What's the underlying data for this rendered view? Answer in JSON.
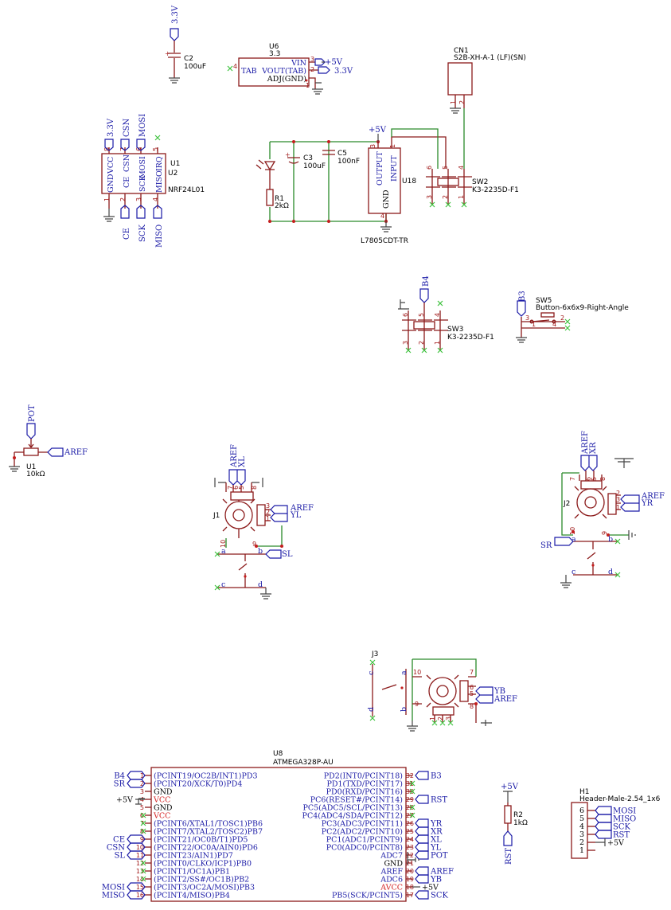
{
  "components": {
    "c2": {
      "ref": "C2",
      "value": "100uF",
      "net": "3.3V"
    },
    "u6": {
      "ref": "U6",
      "value": "3.3",
      "pins": [
        "TAB",
        "VIN",
        "VOUT(TAB)",
        "ADJ(GND)"
      ],
      "nums": [
        "4",
        "3",
        "2",
        "1"
      ],
      "nets": [
        "+5V",
        "3.3V"
      ]
    },
    "cn1": {
      "ref": "CN1",
      "value": "S2B-XH-A-1 (LF)(SN)",
      "nums": [
        "1",
        "2"
      ]
    },
    "u1_nrf": {
      "ref": "U1",
      "ref2": "U2",
      "value": "NRF24L01",
      "top_pins": [
        "VCC",
        "CSN",
        "MOSI",
        "IRQ"
      ],
      "top_nums": [
        "8",
        "7",
        "6",
        "5"
      ],
      "bottom_pins": [
        "GND",
        "CE",
        "SCK",
        "MISO"
      ],
      "bottom_nums": [
        "1",
        "2",
        "3",
        "4"
      ],
      "top_nets": [
        "3.3V",
        "CSN",
        "MOSI"
      ],
      "bottom_nets": [
        "CE",
        "SCK",
        "MISO"
      ]
    },
    "reg": {
      "ref": "U18",
      "value": "L7805CDT-TR",
      "pins": [
        "OUTPUT",
        "INPUT",
        "GND"
      ],
      "nums": [
        "3",
        "1",
        "4"
      ],
      "net": "+5V"
    },
    "c3": {
      "ref": "C3",
      "value": "100uF"
    },
    "c5": {
      "ref": "C5",
      "value": "100nF"
    },
    "r1": {
      "ref": "R1",
      "value": "2kΩ"
    },
    "sw2": {
      "ref": "SW2",
      "value": "K3-2235D-F1",
      "top_nums": [
        "6",
        "5",
        "4"
      ],
      "bottom_nums": [
        "3",
        "2",
        "1"
      ]
    },
    "sw3": {
      "ref": "SW3",
      "value": "K3-2235D-F1",
      "top_nums": [
        "6",
        "5",
        "4"
      ],
      "bottom_nums": [
        "3",
        "2",
        "1"
      ],
      "net": "B4"
    },
    "sw5": {
      "ref": "SW5",
      "value": "Button-6x6x9-Right-Angle",
      "nums": [
        "3",
        "1",
        "4",
        "2"
      ],
      "net": "B3"
    },
    "pot": {
      "ref": "U1",
      "value": "10kΩ",
      "nets": [
        "POT",
        "AREF"
      ]
    },
    "j1": {
      "ref": "J1",
      "top_nets": [
        "AREF",
        "XL"
      ],
      "top_nums": [
        "7",
        "6",
        "5",
        "8"
      ],
      "side_nums": [
        "3",
        "2",
        "1"
      ],
      "side_nets": [
        "AREF",
        "YL"
      ],
      "bottom_nums": [
        "10",
        "9"
      ],
      "switch_pins": [
        "a",
        "b",
        "c",
        "d"
      ],
      "sw_net": "SL"
    },
    "j2": {
      "ref": "J2",
      "top_nets": [
        "AREF",
        "XR"
      ],
      "top_nums": [
        "7",
        "6",
        "5",
        "8"
      ],
      "side_nums": [
        "2",
        "3",
        "1"
      ],
      "side_nets": [
        "AREF",
        "YR"
      ],
      "bottom_nums": [
        "10",
        "9"
      ],
      "switch_pins": [
        "a",
        "b",
        "c",
        "d"
      ],
      "sw_net": "SR"
    },
    "j3": {
      "ref": "J3",
      "side_nums": [
        "7",
        "6",
        "5",
        "8"
      ],
      "side_nets": [
        "YB",
        "AREF"
      ],
      "left_nums": [
        "10",
        "9"
      ],
      "bottom_nums": [
        "1",
        "2",
        "3"
      ],
      "switch_pins": [
        "c",
        "a",
        "d",
        "b"
      ]
    },
    "u8": {
      "ref": "U8",
      "value": "ATMEGA328P-AU",
      "left_pins": [
        {
          "n": "1",
          "name": "(PCINT19/OC2B/INT1)PD3",
          "net": "B4",
          "style": "pin"
        },
        {
          "n": "2",
          "name": "(PCINT20/XCK/T0)PD4",
          "net": "SR",
          "style": "pin"
        },
        {
          "n": "3",
          "name": "GND",
          "net": "",
          "style": "pinb"
        },
        {
          "n": "4",
          "name": "VCC",
          "net": "+5V",
          "style": "pinr"
        },
        {
          "n": "5",
          "name": "GND",
          "net": "",
          "style": "pinb"
        },
        {
          "n": "6",
          "name": "VCC",
          "net": "",
          "style": "pinr"
        },
        {
          "n": "7",
          "name": "(PCINT6/XTAL1/TOSC1)PB6",
          "net": "",
          "style": "pin"
        },
        {
          "n": "8",
          "name": "(PCINT7/XTAL2/TOSC2)PB7",
          "net": "",
          "style": "pin"
        },
        {
          "n": "9",
          "name": "(PCINT21/OC0B/T1)PD5",
          "net": "CE",
          "style": "pin"
        },
        {
          "n": "10",
          "name": "(PCINT22/OC0A/AIN0)PD6",
          "net": "CSN",
          "style": "pin"
        },
        {
          "n": "11",
          "name": "(PCINT23/AIN1)PD7",
          "net": "SL",
          "style": "pin"
        },
        {
          "n": "12",
          "name": "(PCINT0/CLKO/ICP1)PB0",
          "net": "",
          "style": "pin"
        },
        {
          "n": "13",
          "name": "(PCINT1/OC1A)PB1",
          "net": "",
          "style": "pin"
        },
        {
          "n": "14",
          "name": "(PCINT2/SS#/OC1B)PB2",
          "net": "",
          "style": "pin"
        },
        {
          "n": "15",
          "name": "(PCINT3/OC2A/MOSI)PB3",
          "net": "MOSI",
          "style": "pin"
        },
        {
          "n": "16",
          "name": "(PCINT4/MISO)PB4",
          "net": "MISO",
          "style": "pin"
        }
      ],
      "right_pins": [
        {
          "n": "32",
          "name": "PD2(INT0/PCINT18)",
          "net": "B3",
          "style": "pin"
        },
        {
          "n": "31",
          "name": "PD1(TXD/PCINT17)",
          "net": "",
          "style": "pin"
        },
        {
          "n": "30",
          "name": "PD0(RXD/PCINT16)",
          "net": "",
          "style": "pin"
        },
        {
          "n": "29",
          "name": "PC6(RESET#/PCINT14)",
          "net": "RST",
          "style": "pin"
        },
        {
          "n": "28",
          "name": "PC5(ADC5/SCL/PCINT13)",
          "net": "",
          "style": "pin"
        },
        {
          "n": "27",
          "name": "PC4(ADC4/SDA/PCINT12)",
          "net": "",
          "style": "pin"
        },
        {
          "n": "26",
          "name": "PC3(ADC3/PCINT11)",
          "net": "YR",
          "style": "pin"
        },
        {
          "n": "25",
          "name": "PC2(ADC2/PCINT10)",
          "net": "XR",
          "style": "pin"
        },
        {
          "n": "24",
          "name": "PC1(ADC1/PCINT9)",
          "net": "XL",
          "style": "pin"
        },
        {
          "n": "23",
          "name": "PC0(ADC0/PCINT8)",
          "net": "YL",
          "style": "pin"
        },
        {
          "n": "22",
          "name": "ADC7",
          "net": "POT",
          "style": "pin"
        },
        {
          "n": "21",
          "name": "GND",
          "net": "",
          "style": "pinb"
        },
        {
          "n": "20",
          "name": "AREF",
          "net": "AREF",
          "style": "pin"
        },
        {
          "n": "19",
          "name": "ADC6",
          "net": "YB",
          "style": "pin"
        },
        {
          "n": "18",
          "name": "AVCC",
          "net": "+5V",
          "style": "pinr"
        },
        {
          "n": "17",
          "name": "PB5(SCK/PCINT5)",
          "net": "SCK",
          "style": "pin"
        }
      ]
    },
    "r2": {
      "ref": "R2",
      "value": "1kΩ",
      "nets": [
        "+5V",
        "RST"
      ]
    },
    "h1": {
      "ref": "H1",
      "value": "Header-Male-2.54_1x6",
      "pins": [
        {
          "n": "6",
          "net": "MOSI"
        },
        {
          "n": "5",
          "net": "MISO"
        },
        {
          "n": "4",
          "net": "SCK"
        },
        {
          "n": "3",
          "net": "RST"
        },
        {
          "n": "2",
          "net": "+5V"
        },
        {
          "n": "1",
          "net": ""
        }
      ]
    }
  }
}
